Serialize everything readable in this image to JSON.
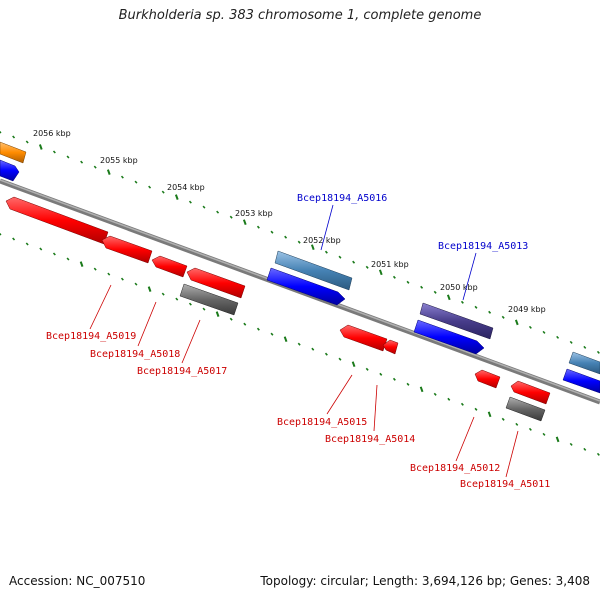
{
  "title": "Burkholderia sp. 383 chromosome 1, complete genome",
  "accession": "Accession: NC_007510",
  "topology": "Topology: circular; Length: 3,694,126 bp; Genes: 3,408",
  "ticks": [
    "2056 kbp",
    "2055 kbp",
    "2054 kbp",
    "2053 kbp",
    "2052 kbp",
    "2051 kbp",
    "2050 kbp",
    "2049 kbp"
  ],
  "gene_labels": {
    "a5016": "Bcep18194_A5016",
    "a5013": "Bcep18194_A5013",
    "a5019": "Bcep18194_A5019",
    "a5018": "Bcep18194_A5018",
    "a5017": "Bcep18194_A5017",
    "a5015": "Bcep18194_A5015",
    "a5014": "Bcep18194_A5014",
    "a5012": "Bcep18194_A5012",
    "a5011": "Bcep18194_A5011"
  },
  "colors": {
    "backbone": "#7a7a7a",
    "tick": "#1a7a1a",
    "cds_red": "#ff0000",
    "cds_blue": "#0000ff",
    "cds_steel": "#4682b4",
    "cds_slate": "#483d8b",
    "cds_grey": "#666666",
    "cds_orange": "#ff8c00",
    "label_blue": "#0000cc",
    "label_red": "#cc0000"
  }
}
